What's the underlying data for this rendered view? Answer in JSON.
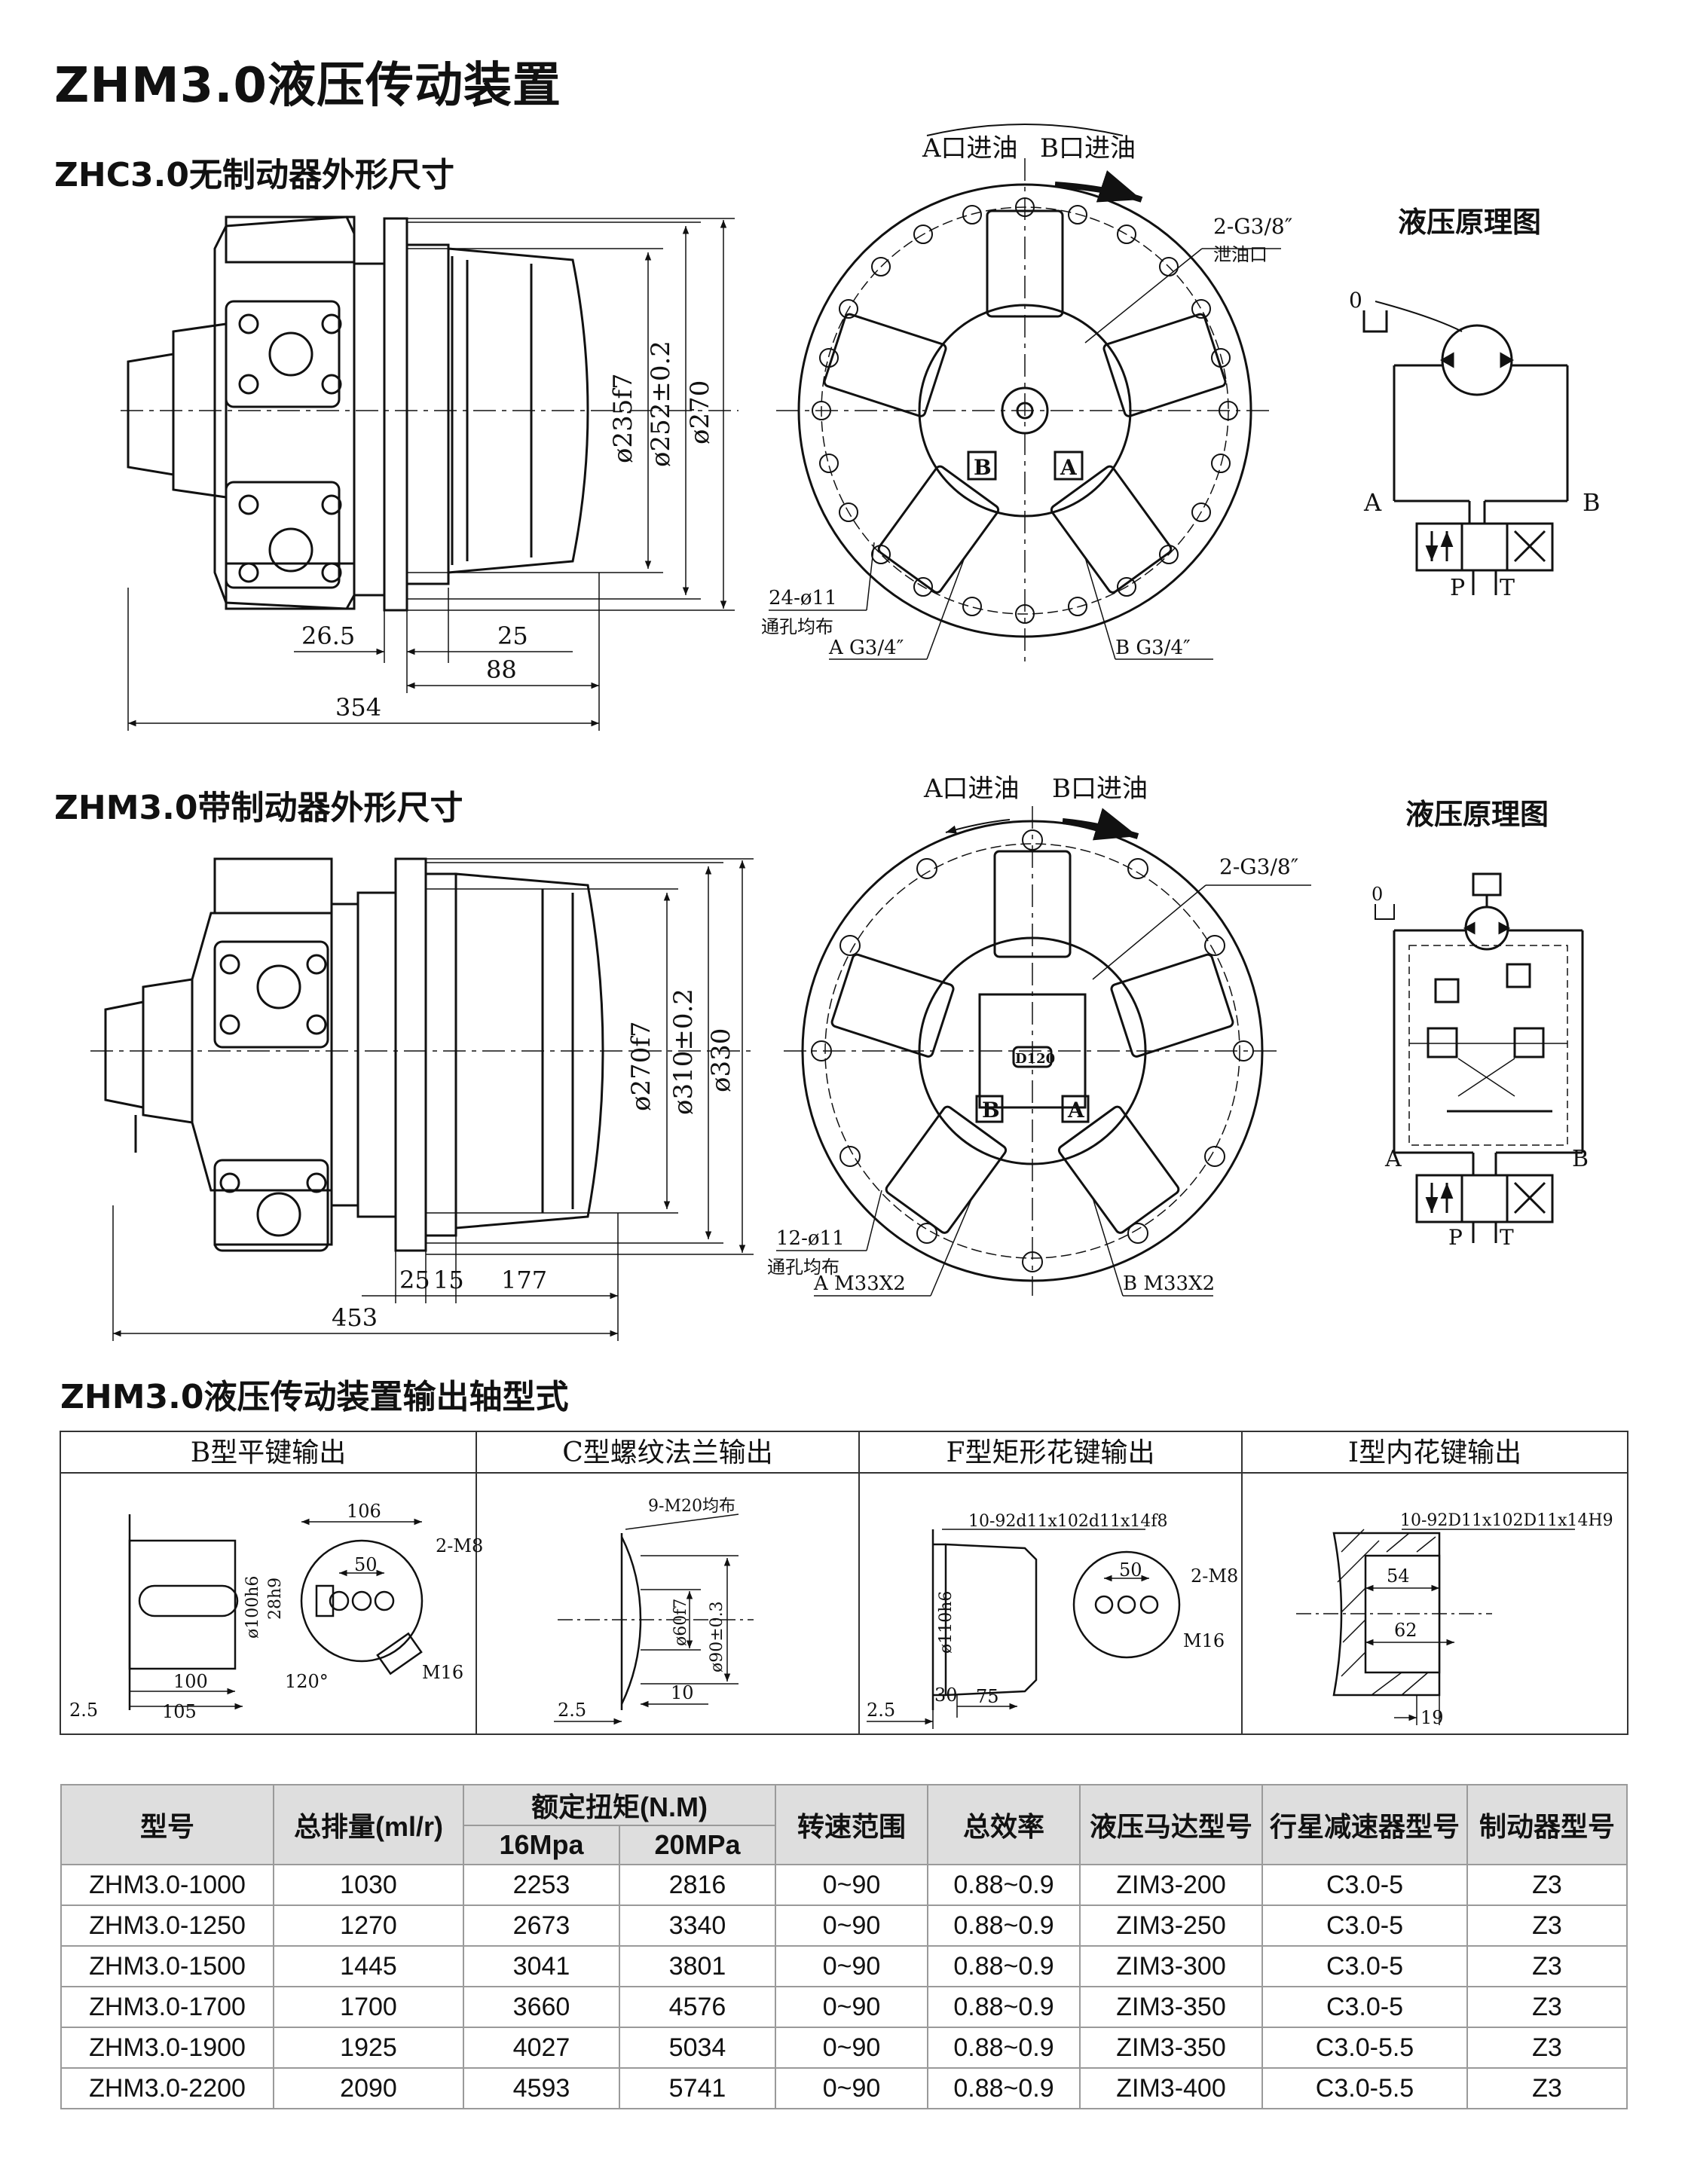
{
  "page_title": "ZHM3.0液压传动装置",
  "section1": {
    "title": "ZHC3.0无制动器外形尺寸",
    "dims": {
      "d1": "ø235f7",
      "d2": "ø252±0.2",
      "d3": "ø270",
      "l1": "26.5",
      "l2": "25",
      "l3": "88",
      "l4": "354"
    },
    "front": {
      "a_in": "A口进油",
      "b_in": "B口进油",
      "drain": "2-G3/8″",
      "drain_label": "泄油口",
      "holes": "24-ø11",
      "holes_label": "通孔均布",
      "port_a": "A G3/4″",
      "port_b": "B G3/4″",
      "port_a_mark": "A",
      "port_b_mark": "B"
    },
    "schematic": {
      "title": "液压原理图",
      "o": "0",
      "a": "A",
      "b": "B",
      "p": "P",
      "t": "T"
    }
  },
  "section2": {
    "title": "ZHM3.0带制动器外形尺寸",
    "dims": {
      "d1": "ø270f7",
      "d2": "ø310±0.2",
      "d3": "ø330",
      "l1": "25",
      "l2": "15",
      "l3": "177",
      "l4": "453"
    },
    "front": {
      "a_in": "A口进油",
      "b_in": "B口进油",
      "drain": "2-G3/8″",
      "holes": "12-ø11",
      "holes_label": "通孔均布",
      "port_a": "A M33X2",
      "port_b": "B M33X2",
      "port_a_mark": "A",
      "port_b_mark": "B",
      "plug": "D120"
    },
    "schematic": {
      "title": "液压原理图",
      "o": "0",
      "a": "A",
      "b": "B",
      "p": "P",
      "t": "T"
    }
  },
  "section3": {
    "title": "ZHM3.0液压传动装置输出轴型式",
    "columns": [
      {
        "label": "B型平键输出",
        "dims": [
          "106",
          "50",
          "2-M8",
          "ø100h6",
          "28h9",
          "100",
          "105",
          "2.5",
          "120°",
          "M16"
        ]
      },
      {
        "label": "C型螺纹法兰输出",
        "dims": [
          "9-M20均布",
          "ø60f7",
          "ø90±0.3",
          "10",
          "2.5"
        ]
      },
      {
        "label": "F型矩形花键输出",
        "dims": [
          "10-92d11x102d11x14f8",
          "50",
          "2-M8",
          "ø110h6",
          "M16",
          "30",
          "75",
          "2.5"
        ]
      },
      {
        "label": "I型内花键输出",
        "dims": [
          "10-92D11x102D11x14H9",
          "54",
          "62",
          "19"
        ]
      }
    ]
  },
  "table": {
    "headers": {
      "model": "型号",
      "disp": "总排量(ml/r)",
      "torque": "额定扭矩(N.M)",
      "t16": "16Mpa",
      "t20": "20MPa",
      "speed": "转速范围",
      "eff": "总效率",
      "motor": "液压马达型号",
      "reducer": "行星减速器型号",
      "brake": "制动器型号"
    },
    "rows": [
      [
        "ZHM3.0-1000",
        "1030",
        "2253",
        "2816",
        "0~90",
        "0.88~0.9",
        "ZIM3-200",
        "C3.0-5",
        "Z3"
      ],
      [
        "ZHM3.0-1250",
        "1270",
        "2673",
        "3340",
        "0~90",
        "0.88~0.9",
        "ZIM3-250",
        "C3.0-5",
        "Z3"
      ],
      [
        "ZHM3.0-1500",
        "1445",
        "3041",
        "3801",
        "0~90",
        "0.88~0.9",
        "ZIM3-300",
        "C3.0-5",
        "Z3"
      ],
      [
        "ZHM3.0-1700",
        "1700",
        "3660",
        "4576",
        "0~90",
        "0.88~0.9",
        "ZIM3-350",
        "C3.0-5",
        "Z3"
      ],
      [
        "ZHM3.0-1900",
        "1925",
        "4027",
        "5034",
        "0~90",
        "0.88~0.9",
        "ZIM3-350",
        "C3.0-5.5",
        "Z3"
      ],
      [
        "ZHM3.0-2200",
        "2090",
        "4593",
        "5741",
        "0~90",
        "0.88~0.9",
        "ZIM3-400",
        "C3.0-5.5",
        "Z3"
      ]
    ]
  }
}
